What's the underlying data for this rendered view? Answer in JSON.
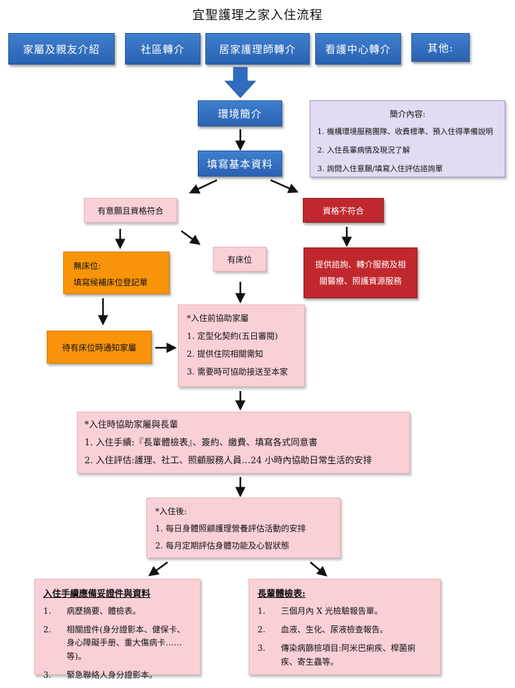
{
  "title": "宜聖護理之家入住流程",
  "sources": [
    "家屬及親友介紹",
    "社區轉介",
    "居家護理師轉介",
    "看護中心轉介",
    "其他:"
  ],
  "env_intro": "環境簡介",
  "fill_basic": "填寫基本資料",
  "intro_box": {
    "title": "簡介內容:",
    "items": [
      "1. 機構環境服務團隊、收費標準、預入住得準備說明",
      "2. 入住長輩病情及現況了解",
      "3. 詢問入住意願/填寫入住評估諮詢單"
    ]
  },
  "qualified": "有意願且資格符合",
  "not_qualified": "資格不符合",
  "no_bed": {
    "line1": "無床位:",
    "line2": "填寫候補床位登記單"
  },
  "has_bed": "有床位",
  "referral": {
    "line1": "提供諮詢、轉介服務及相",
    "line2": "關醫療、照護資源服務"
  },
  "notify": "待有床位時通知家屬",
  "before_admission": {
    "title": "*入住前協助家屬",
    "items": [
      "1. 定型化契約(五日審閱)",
      "2. 提供住院相關需知",
      "3. 需要時可協助接送至本家"
    ]
  },
  "during_admission": {
    "title": "*入住時協助家屬與長輩",
    "items": [
      "1. 入住手續:『長輩體檢表』、簽約、繳費、填寫各式同意書",
      "2. 入住評估:護理、社工、照顧服務人員…24 小時內協助日常生活的安排"
    ]
  },
  "after_admission": {
    "title": "*入住後:",
    "items": [
      "1. 每日身體照顧護理營養評估活動的安排",
      "2. 每月定期評估身體功能及心智狀態"
    ]
  },
  "documents": {
    "title": "入住手續應備妥證件與資料",
    "items": [
      {
        "num": "1.",
        "text": "病歷摘要、體檢表。"
      },
      {
        "num": "2.",
        "text": "相關證件(身分證影本、健保卡、身心障礙手册、重大傷病卡……等)。"
      },
      {
        "num": "3.",
        "text": "緊急聯絡人身分證影本。"
      }
    ]
  },
  "health_check": {
    "title": "長輩體檢表:",
    "items": [
      {
        "num": "1.",
        "text": "三個月內 X 光檢驗報告單。"
      },
      {
        "num": "2.",
        "text": "血液、生化、尿液檢查報告。"
      },
      {
        "num": "3.",
        "text": "傳染病篩檢項目:阿米巴痢疾、桿菌痢疾、寄生蟲等。"
      }
    ]
  },
  "colors": {
    "blue": "#2a62b0",
    "pink": "#f9d0d6",
    "orange": "#f9940a",
    "red": "#c0282e",
    "purple": "#e3daf4"
  }
}
